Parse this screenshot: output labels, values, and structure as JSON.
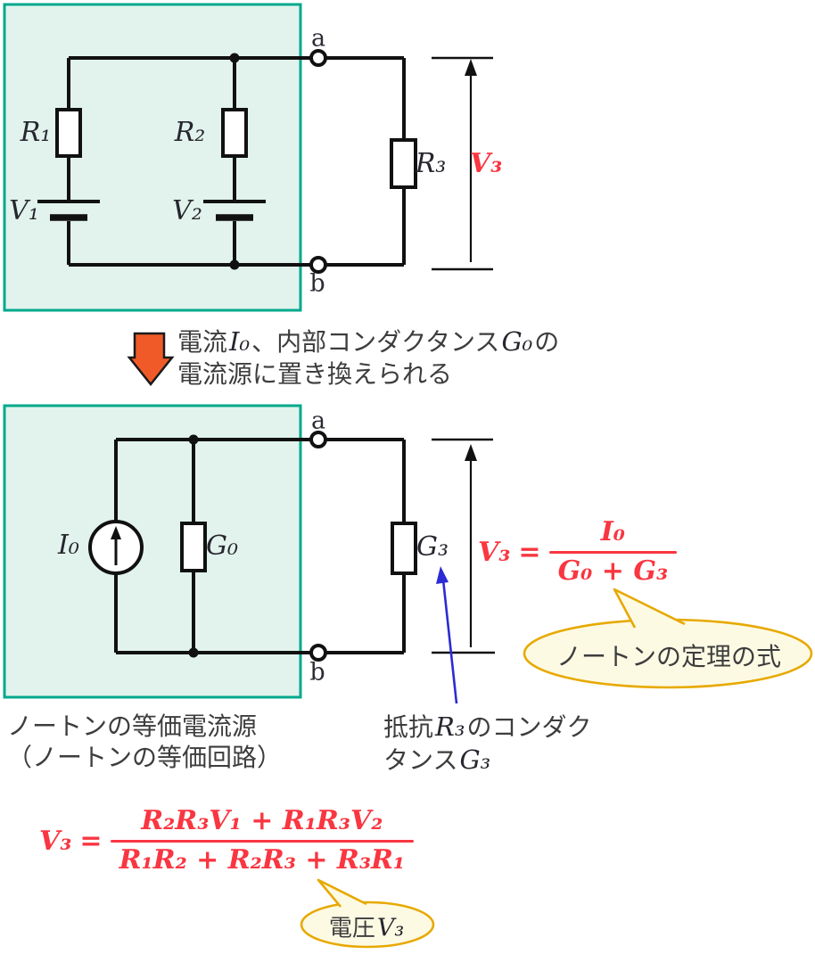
{
  "colors": {
    "circuit_line": "#111111",
    "source_box_border": "#00a98c",
    "source_box_fill": "#e1f3ec",
    "formula_red": "#f93641",
    "callout_border": "#e7a900",
    "callout_fill": "#fdfae4",
    "replace_arrow_orange": "#f05a28",
    "pointer_blue": "#2b2bd5",
    "text_gray": "#3d3d3d"
  },
  "top_circuit": {
    "label_r1": "R₁",
    "label_v1": "V₁",
    "label_r2": "R₂",
    "label_v2": "V₂",
    "label_r3": "R₃",
    "label_v3": "V₃",
    "terminal_a": "a",
    "terminal_b": "b"
  },
  "replace_note": {
    "line1_pre": "電流",
    "line1_math1": "I₀",
    "line1_mid": "、内部コンダクタンス",
    "line1_math2": "G₀",
    "line1_post": "の",
    "line2": "電流源に置き換えられる"
  },
  "bottom_circuit": {
    "label_i0": "I₀",
    "label_g0": "G₀",
    "label_g3": "G₃",
    "terminal_a": "a",
    "terminal_b": "b"
  },
  "norton_formula": {
    "lhs": "V₃",
    "eq": "=",
    "numerator": "I₀",
    "denominator": "G₀ + G₃"
  },
  "norton_callout": {
    "label": "ノートンの定理の式"
  },
  "equiv_label": {
    "line1": "ノートンの等価電流源",
    "line2": "（ノートンの等価回路）"
  },
  "g3_note": {
    "line1_pre": "抵抗",
    "line1_math": "R₃",
    "line1_post": "のコンダク",
    "line2_pre": "タンス",
    "line2_math": "G₃"
  },
  "voltage_formula": {
    "lhs": "V₃",
    "eq": "=",
    "numerator": "R₂R₃V₁ + R₁R₃V₂",
    "denominator": "R₁R₂ + R₂R₃ + R₃R₁"
  },
  "voltage_callout": {
    "pre": "電圧",
    "math": "V₃"
  }
}
